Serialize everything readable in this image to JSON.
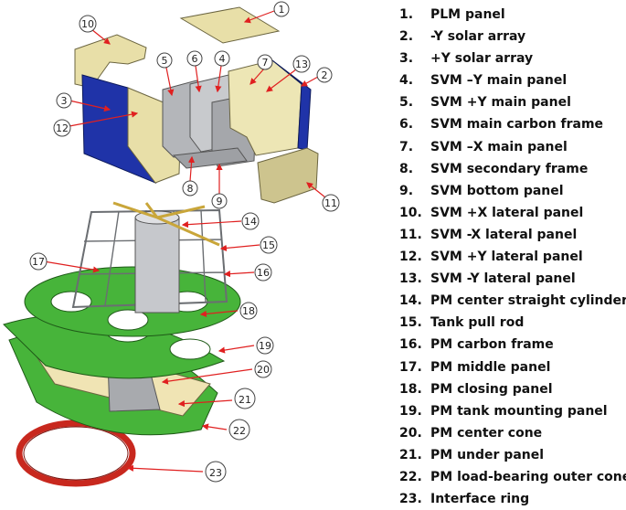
{
  "legend": [
    {
      "num": "1.",
      "label": "PLM panel"
    },
    {
      "num": "2.",
      "label": "-Y solar array"
    },
    {
      "num": "3.",
      "label": "+Y solar array"
    },
    {
      "num": "4.",
      "label": "SVM –Y main panel"
    },
    {
      "num": "5.",
      "label": "SVM +Y main panel"
    },
    {
      "num": "6.",
      "label": "SVM main carbon frame"
    },
    {
      "num": "7.",
      "label": "SVM –X main panel"
    },
    {
      "num": "8.",
      "label": "SVM secondary frame"
    },
    {
      "num": "9.",
      "label": "SVM bottom panel"
    },
    {
      "num": "10.",
      "label": "SVM +X lateral panel"
    },
    {
      "num": "11.",
      "label": "SVM -X lateral panel"
    },
    {
      "num": "12.",
      "label": "SVM +Y lateral panel"
    },
    {
      "num": "13.",
      "label": "SVM -Y lateral panel"
    },
    {
      "num": "14.",
      "label": "PM center straight cylinder"
    },
    {
      "num": "15.",
      "label": "Tank pull rod"
    },
    {
      "num": "16.",
      "label": "PM carbon frame"
    },
    {
      "num": "17.",
      "label": "PM middle panel"
    },
    {
      "num": "18.",
      "label": "PM closing panel"
    },
    {
      "num": "19.",
      "label": "PM tank mounting panel"
    },
    {
      "num": "20.",
      "label": "PM center cone"
    },
    {
      "num": "21.",
      "label": "PM under panel"
    },
    {
      "num": "22.",
      "label": "PM load-bearing outer cone"
    },
    {
      "num": "23.",
      "label": "Interface ring"
    }
  ],
  "callouts": [
    "1",
    "2",
    "3",
    "4",
    "5",
    "6",
    "7",
    "8",
    "9",
    "10",
    "11",
    "12",
    "13",
    "14",
    "15",
    "16",
    "17",
    "18",
    "19",
    "20",
    "21",
    "22",
    "23"
  ],
  "colors": {
    "panel_beige": "#e8dfa8",
    "solar_blue": "#1f33a8",
    "frame_grey": "#b4b6ba",
    "pm_green": "#47b43a",
    "interface_red": "#c8281e",
    "leader_red": "#e02020"
  }
}
